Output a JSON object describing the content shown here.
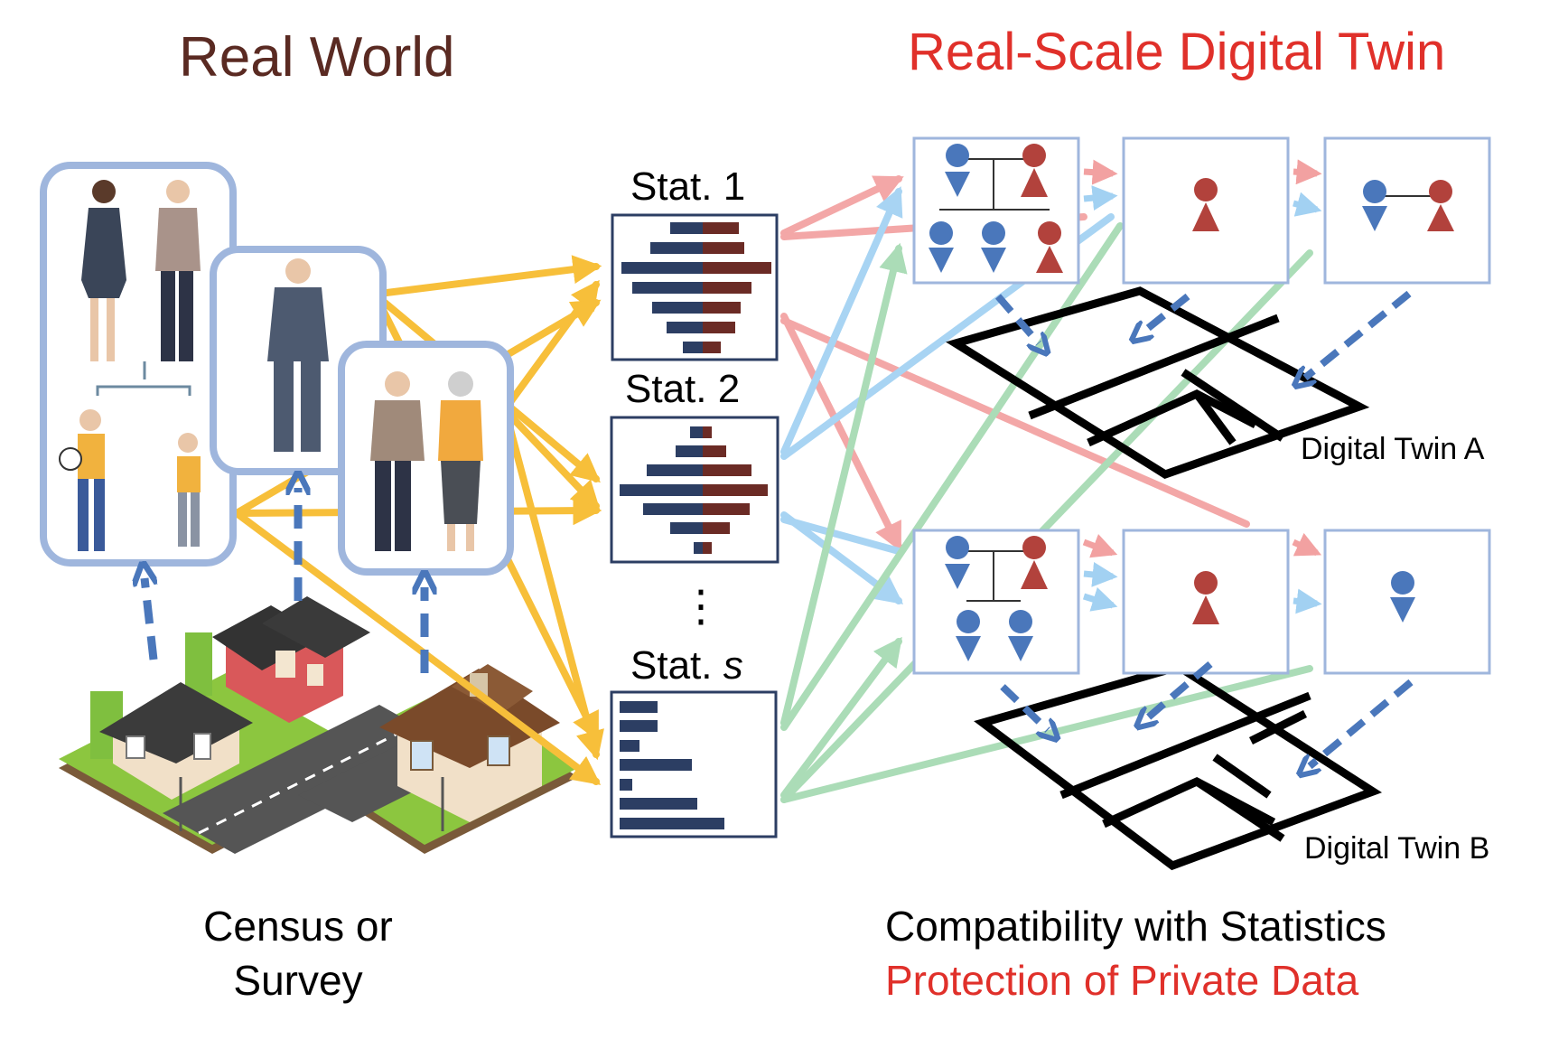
{
  "headings": {
    "real_world": "Real World",
    "digital_twin": "Real-Scale Digital Twin"
  },
  "stats": {
    "stat1": "Stat. 1",
    "stat2": "Stat. 2",
    "ellipsis": "⋮",
    "stat_s_prefix": "Stat. ",
    "stat_s_var": "s"
  },
  "twins": {
    "a": "Digital Twin  A",
    "b": "Digital Twin B"
  },
  "captions": {
    "census_line1": "Census or",
    "census_line2": "Survey",
    "compat": "Compatibility with Statistics",
    "privacy": "Protection of Private Data"
  },
  "colors": {
    "frame_blue": "#9fb6dd",
    "navy": "#2c3e63",
    "maroon": "#6b2b25",
    "person_blue": "#4a77bb",
    "person_red": "#b2423c",
    "arrow_yellow": "#f7bf3a",
    "arrow_red": "#ef8a8a",
    "arrow_lightblue": "#8cc6ef",
    "arrow_green": "#8fd19f",
    "dash_blue": "#4a77bb",
    "title_red": "#e0302a",
    "title_brown": "#5a2a22"
  }
}
